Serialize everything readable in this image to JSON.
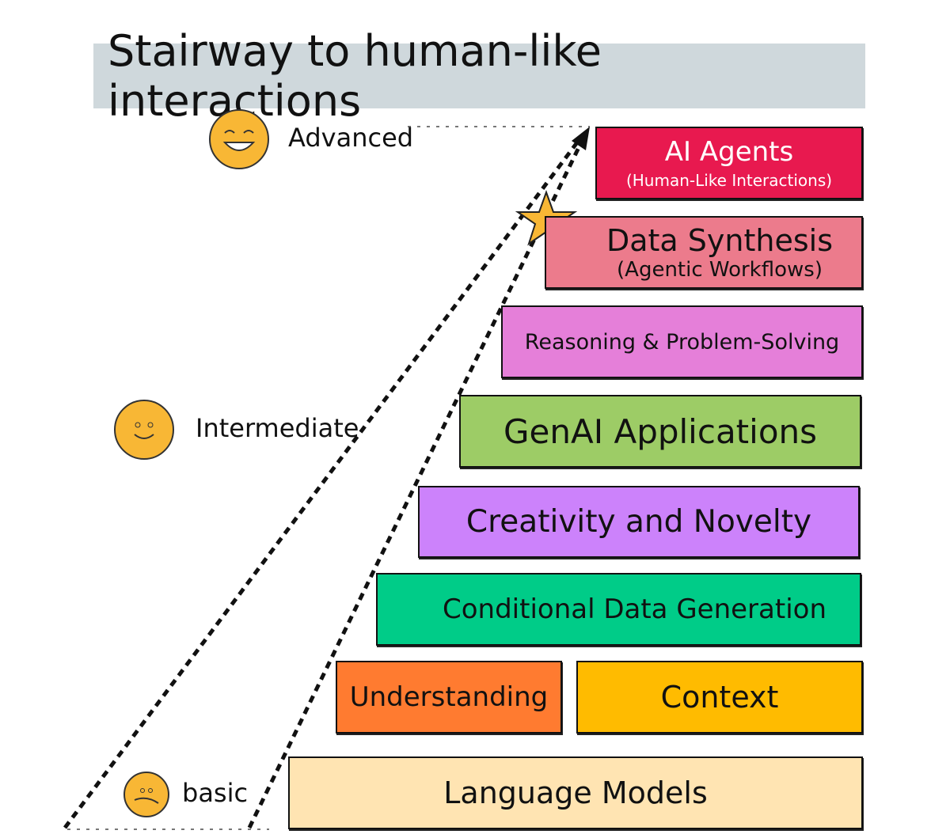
{
  "title": "Stairway to human-like interactions",
  "levels": {
    "advanced": "Advanced",
    "intermediate": "Intermediate",
    "basic": "basic"
  },
  "steps": {
    "ai_agents": {
      "title": "AI Agents",
      "subtitle": "(Human-Like Interactions)",
      "color": "#e8194f"
    },
    "data_synthesis": {
      "title": "Data Synthesis",
      "subtitle": "(Agentic Workflows)",
      "color": "#ec7b8c"
    },
    "reasoning": {
      "title": "Reasoning & Problem-Solving",
      "color": "#e57fd9"
    },
    "genai": {
      "title": "GenAI Applications",
      "color": "#9dcc66"
    },
    "creativity": {
      "title": "Creativity and Novelty",
      "color": "#cc82fb"
    },
    "conditional": {
      "title": "Conditional Data Generation",
      "color": "#00cc88"
    },
    "understanding": {
      "title": "Understanding",
      "color": "#ff7b30"
    },
    "context": {
      "title": "Context",
      "color": "#ffbb00"
    },
    "language_models": {
      "title": "Language Models",
      "color": "#ffe4b2"
    }
  }
}
